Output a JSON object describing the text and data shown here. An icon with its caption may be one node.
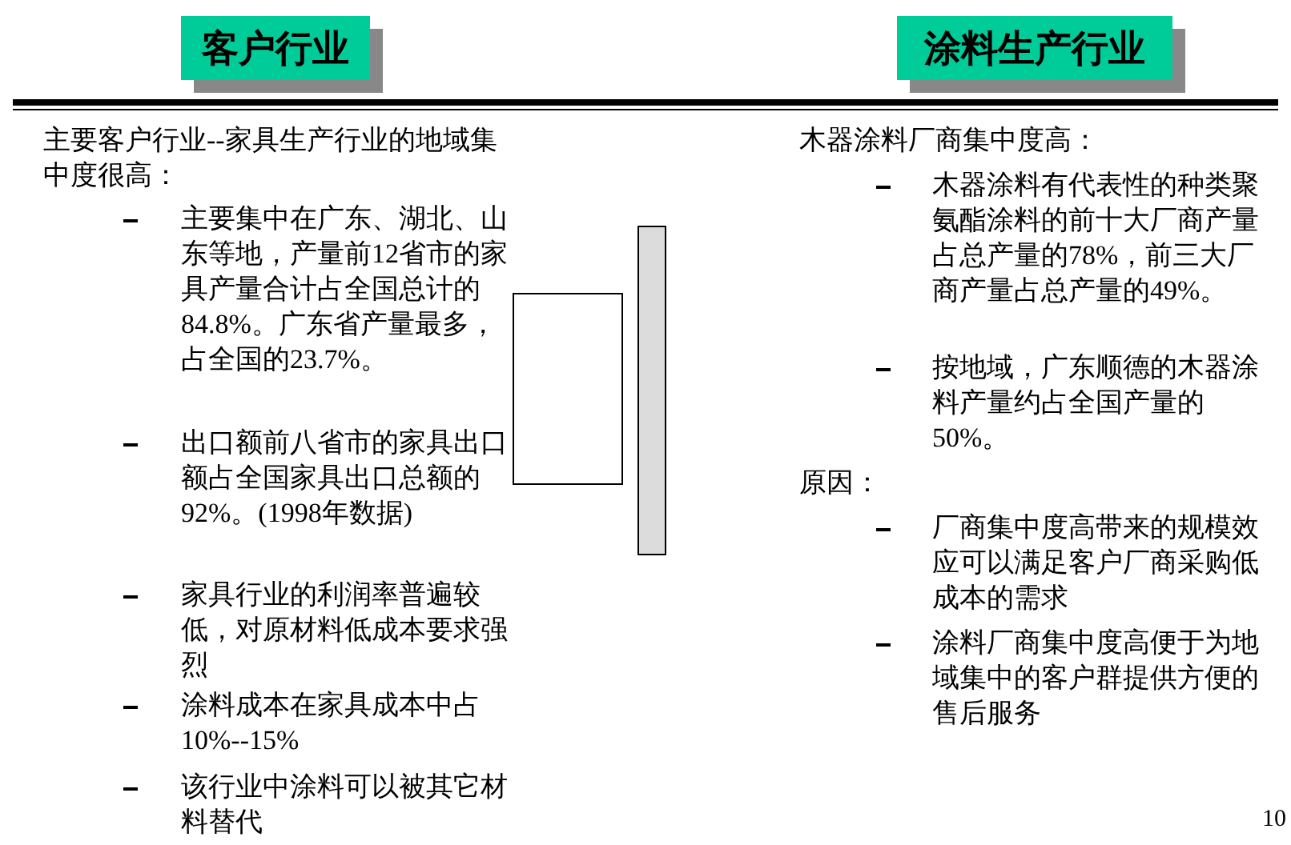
{
  "diagram": {
    "nodes": [
      {
        "text": [
          "客户行业"
        ]
      },
      {
        "text": [
          "涂料生产行业"
        ]
      },
      {
        "text": [],
        "shape": "box"
      },
      {
        "text": [],
        "shape": "bar"
      }
    ],
    "labels": [
      "主要客户行业--家具生产行业的地域集中度很高：",
      "主要集中在广东、湖北、山东等地，产量前12省市的家具产量合计占全国总计的84.8%。广东省产量最多，占全国的23.7%。",
      "出口额前八省市的家具出口额占全国家具出口总额的92%。(1998年数据)",
      "家具行业的利润率普遍较低，对原材料低成本要求强烈",
      "涂料成本在家具成本中占10%--15%",
      "该行业中涂料可以被其它材料替代",
      "木器涂料厂商集中度高：",
      "木器涂料有代表性的种类聚氨酯涂料的前十大厂商产量占总产量的78%，前三大厂商产量占总产量的49%。",
      "按地域，广东顺德的木器涂料产量约占全国产量的50%。",
      "原因：",
      "厂商集中度高带来的规模效应可以满足客户厂商采购低成本的需求",
      "涂料厂商集中度高便于为地域集中的客户群提供方便的售后服务",
      "10"
    ]
  }
}
